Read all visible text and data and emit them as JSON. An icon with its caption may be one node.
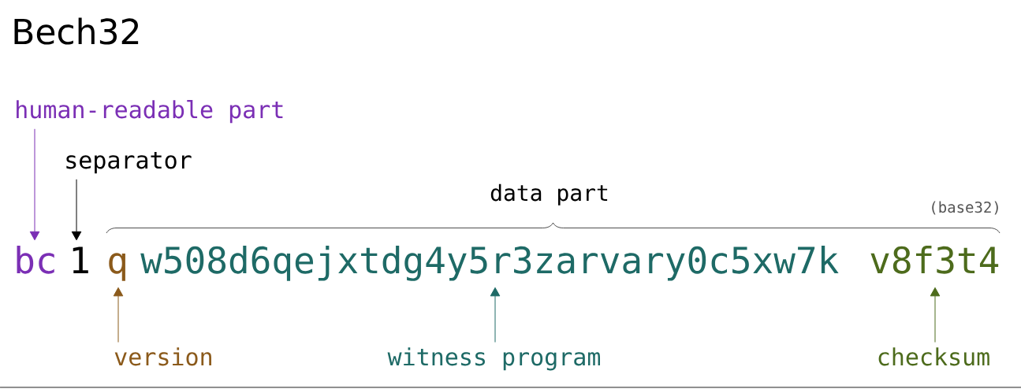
{
  "diagram": {
    "title": "Bech32",
    "nodes": [
      {
        "text": [
          "human-readable part"
        ]
      },
      {
        "text": [
          "separator"
        ]
      },
      {
        "text": [
          "bc"
        ]
      },
      {
        "text": [
          "1"
        ]
      },
      {
        "text": [
          "q"
        ]
      },
      {
        "text": [
          "w508d6qejxtdg4y5r3zarvary0c5xw7k"
        ]
      },
      {
        "text": [
          "v8f3t4"
        ]
      },
      {
        "text": [
          "version"
        ]
      },
      {
        "text": [
          "witness program"
        ]
      },
      {
        "text": [
          "checksum"
        ]
      }
    ],
    "edges": [
      {
        "from": 0,
        "to": 2,
        "arrow": "to",
        "color": "#7b2fb5"
      },
      {
        "from": 1,
        "to": 3,
        "arrow": "to",
        "color": "#000000"
      },
      {
        "from": 7,
        "to": 4,
        "arrow": "to",
        "color": "#8b5a1b"
      },
      {
        "from": 8,
        "to": 5,
        "arrow": "to",
        "color": "#1e6a66"
      },
      {
        "from": 9,
        "to": 6,
        "arrow": "to",
        "color": "#4d6b1c"
      }
    ],
    "labels": [
      "data part",
      "(base32)"
    ]
  }
}
